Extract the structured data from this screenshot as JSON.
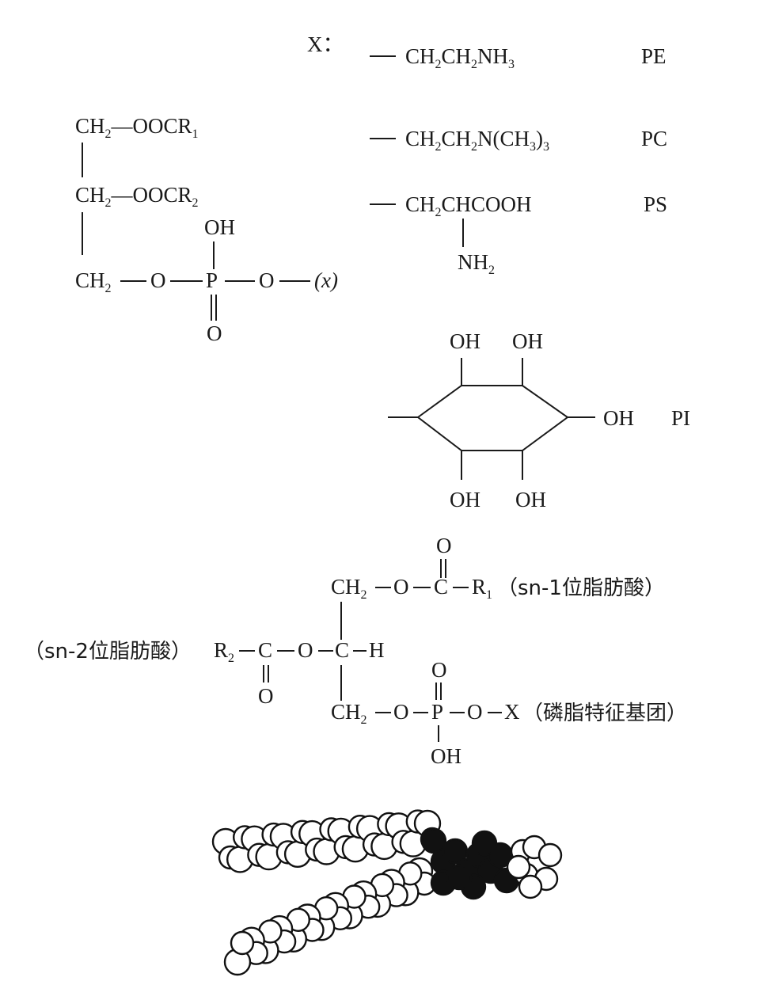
{
  "top": {
    "x_label": "X：",
    "glycerol": {
      "ch2_top": "CH",
      "ch2_top_sub": "2",
      "ester1": "—OOCR",
      "ester1_sub": "1",
      "ch2_mid": "CH",
      "ch2_mid_sub": "2",
      "ester2": "—OOCR",
      "ester2_sub": "2",
      "oh": "OH",
      "ch2_bot": "CH",
      "ch2_bot_sub": "2",
      "o_left": "O",
      "p": "P",
      "o_right": "O",
      "x_group": "(x)",
      "o_double": "O"
    },
    "groups": [
      {
        "formula_parts": [
          "CH",
          "2",
          "CH",
          "2",
          "NH",
          "3"
        ],
        "abbr": "PE"
      },
      {
        "formula_parts": [
          "CH",
          "2",
          "CH",
          "2",
          "N(CH",
          "3",
          ")",
          "3"
        ],
        "abbr": "PC"
      },
      {
        "formula_parts": [
          "CH",
          "2",
          "CHCOOH"
        ],
        "branch": "NH",
        "branch_sub": "2",
        "abbr": "PS"
      }
    ],
    "pi": {
      "abbr": "PI",
      "oh_labels": [
        "OH",
        "OH",
        "OH",
        "OH",
        "OH"
      ]
    }
  },
  "middle": {
    "sn1": {
      "ch2": "CH",
      "ch2_sub": "2",
      "o": "O",
      "c": "C",
      "r": "R",
      "r_sub": "1",
      "o_double": "O",
      "note": "（sn-1位脂肪酸）"
    },
    "sn2": {
      "note": "（sn-2位脂肪酸）",
      "r": "R",
      "r_sub": "2",
      "c": "C",
      "o": "O",
      "c_center": "C",
      "h": "H",
      "o_double": "O"
    },
    "sn3": {
      "ch2": "CH",
      "ch2_sub": "2",
      "o": "O",
      "p": "P",
      "o2": "O",
      "x": "X",
      "note": "（磷脂特征基团）",
      "o_double": "O",
      "oh": "OH"
    }
  },
  "bottom": {
    "model": "space-filling-molecule"
  }
}
